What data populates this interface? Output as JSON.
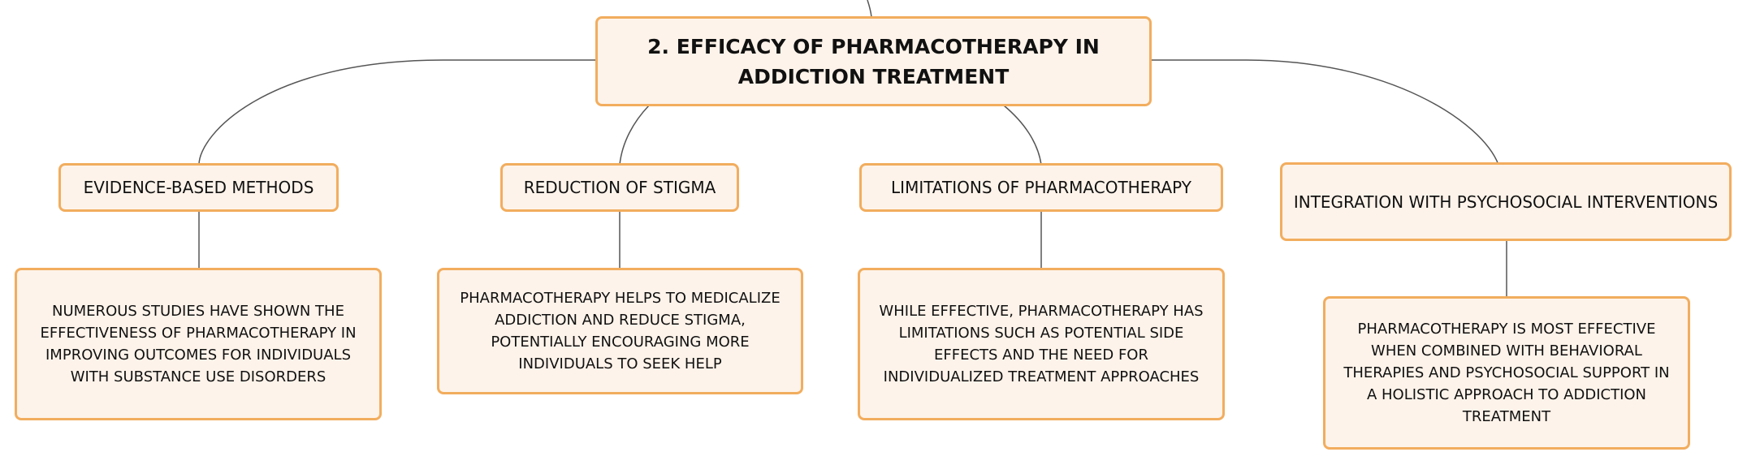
{
  "diagram": {
    "root": {
      "title": "2. EFFICACY OF PHARMACOTHERAPY IN ADDICTION TREATMENT"
    },
    "branches": [
      {
        "label": "EVIDENCE-BASED METHODS",
        "detail": "NUMEROUS STUDIES HAVE SHOWN THE EFFECTIVENESS OF PHARMACOTHERAPY IN IMPROVING OUTCOMES FOR INDIVIDUALS WITH SUBSTANCE USE DISORDERS"
      },
      {
        "label": "REDUCTION OF STIGMA",
        "detail": "PHARMACOTHERAPY HELPS TO MEDICALIZE ADDICTION AND REDUCE STIGMA, POTENTIALLY ENCOURAGING MORE INDIVIDUALS TO SEEK HELP"
      },
      {
        "label": "LIMITATIONS OF PHARMACOTHERAPY",
        "detail": "WHILE EFFECTIVE, PHARMACOTHERAPY HAS LIMITATIONS SUCH AS POTENTIAL SIDE EFFECTS AND THE NEED FOR INDIVIDUALIZED TREATMENT APPROACHES"
      },
      {
        "label": "INTEGRATION WITH PSYCHOSOCIAL INTERVENTIONS",
        "detail": "PHARMACOTHERAPY IS MOST EFFECTIVE WHEN COMBINED WITH BEHAVIORAL THERAPIES AND PSYCHOSOCIAL SUPPORT IN A HOLISTIC APPROACH TO ADDICTION TREATMENT"
      }
    ]
  },
  "colors": {
    "node_fill": "#fdf3ea",
    "node_border": "#f2ad5e",
    "connector": "#555555",
    "text": "#111111"
  }
}
